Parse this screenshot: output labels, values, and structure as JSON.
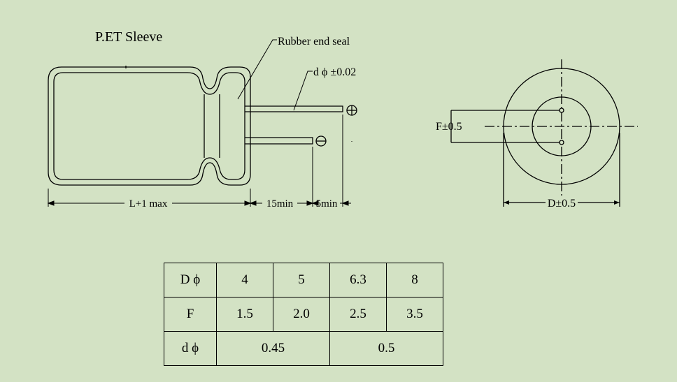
{
  "labels": {
    "sleeve": "P.ET Sleeve",
    "rubber_seal": "Rubber end seal",
    "lead_diameter": "d ϕ ±0.02",
    "length": "L+1 max",
    "lead_min_15": "15min",
    "lead_min_5": "5min",
    "pitch": "F±0.5",
    "diameter": "D±0.5"
  },
  "table": {
    "row1": {
      "header": "D ϕ",
      "cells": [
        "4",
        "5",
        "6.3",
        "8"
      ]
    },
    "row2": {
      "header": "F",
      "cells": [
        "1.5",
        "2.0",
        "2.5",
        "3.5"
      ]
    },
    "row3": {
      "header": "d ϕ",
      "cells": [
        "0.45",
        "0.5"
      ]
    }
  },
  "colors": {
    "background": "#d3e2c4",
    "line": "#000000"
  }
}
